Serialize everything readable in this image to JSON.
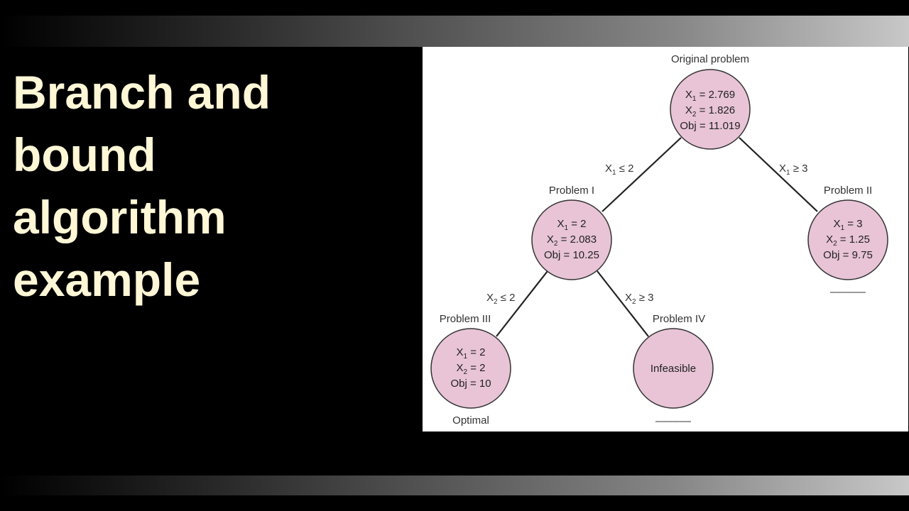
{
  "title_lines": [
    "Branch and",
    "bound",
    "algorithm",
    "example"
  ],
  "colors": {
    "node_fill": "#e8c4d6",
    "node_stroke": "#333333",
    "title_text": "#fff7d6"
  },
  "nodes": {
    "original": {
      "label": "Original problem",
      "lines": [
        {
          "var": "X",
          "sub": "1",
          "rest": " = 2.769"
        },
        {
          "var": "X",
          "sub": "2",
          "rest": " = 1.826"
        },
        {
          "var": "Obj",
          "sub": "",
          "rest": " = 11.019"
        }
      ]
    },
    "problem1": {
      "label": "Problem I",
      "lines": [
        {
          "var": "X",
          "sub": "1",
          "rest": " = 2"
        },
        {
          "var": "X",
          "sub": "2",
          "rest": " = 2.083"
        },
        {
          "var": "Obj",
          "sub": "",
          "rest": " = 10.25"
        }
      ]
    },
    "problem2": {
      "label": "Problem II",
      "lines": [
        {
          "var": "X",
          "sub": "1",
          "rest": " = 3"
        },
        {
          "var": "X",
          "sub": "2",
          "rest": " = 1.25"
        },
        {
          "var": "Obj",
          "sub": "",
          "rest": " = 9.75"
        }
      ],
      "note": "––––––"
    },
    "problem3": {
      "label": "Problem III",
      "lines": [
        {
          "var": "X",
          "sub": "1",
          "rest": " = 2"
        },
        {
          "var": "X",
          "sub": "2",
          "rest": " = 2"
        },
        {
          "var": "Obj",
          "sub": "",
          "rest": " = 10"
        }
      ],
      "note": "Optimal"
    },
    "problem4": {
      "label": "Problem IV",
      "text": "Infeasible",
      "note": "––––––"
    }
  },
  "edges": {
    "orig_p1": {
      "var": "X",
      "sub": "1",
      "rest": " ≤ 2"
    },
    "orig_p2": {
      "var": "X",
      "sub": "1",
      "rest": " ≥ 3"
    },
    "p1_p3": {
      "var": "X",
      "sub": "2",
      "rest": " ≤ 2"
    },
    "p1_p4": {
      "var": "X",
      "sub": "2",
      "rest": " ≥ 3"
    }
  }
}
